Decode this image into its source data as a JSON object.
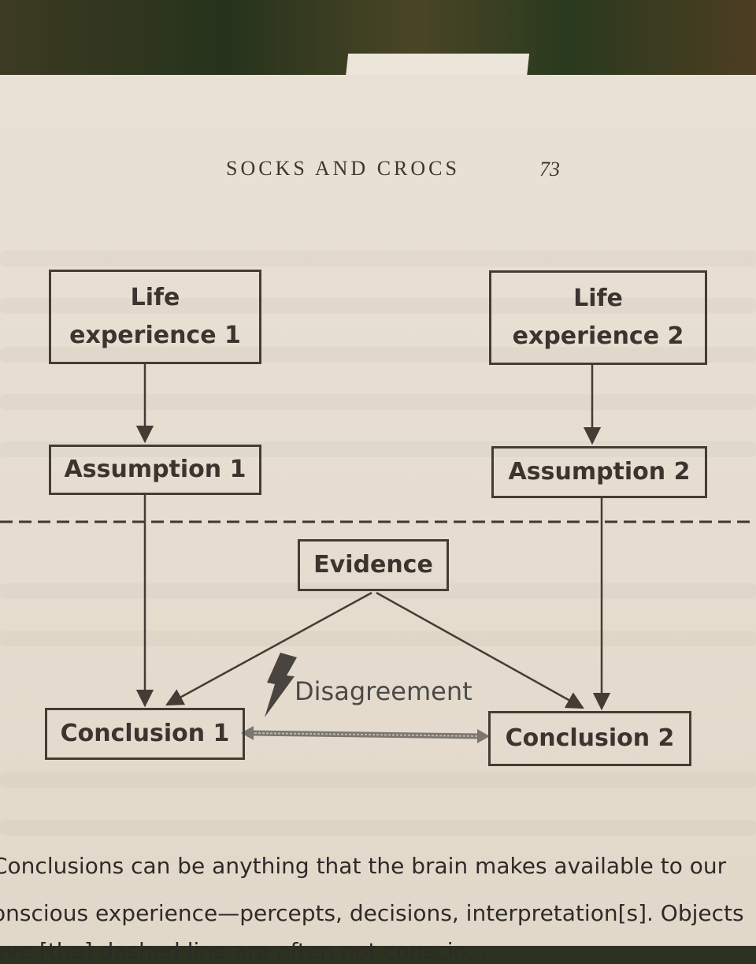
{
  "header": {
    "running_head": "SOCKS AND CROCS",
    "page_number": "73"
  },
  "diagram": {
    "nodes": {
      "life1": "Life\nexperience 1",
      "life2": "Life\nexperience 2",
      "assumption1": "Assumption 1",
      "assumption2": "Assumption 2",
      "evidence": "Evidence",
      "conclusion1": "Conclusion 1",
      "conclusion2": "Conclusion 2"
    },
    "disagreement_label": "Disagreement",
    "icons": [
      "lightning-bolt-icon"
    ],
    "edges": [
      {
        "from": "Life experience 1",
        "to": "Assumption 1"
      },
      {
        "from": "Life experience 2",
        "to": "Assumption 2"
      },
      {
        "from": "Assumption 1",
        "to": "Conclusion 1"
      },
      {
        "from": "Assumption 2",
        "to": "Conclusion 2"
      },
      {
        "from": "Evidence",
        "to": "Conclusion 1"
      },
      {
        "from": "Evidence",
        "to": "Conclusion 2"
      },
      {
        "from": "Conclusion 1",
        "to": "Conclusion 2",
        "bidirectional": true
      }
    ]
  },
  "body": {
    "line1": "Conclusions can be anything that the brain makes available to our",
    "line2": "onscious experience—percepts, decisions, interpretation[s]. Objects",
    "line3": "ave [the] dashed line are often not conscio..."
  }
}
